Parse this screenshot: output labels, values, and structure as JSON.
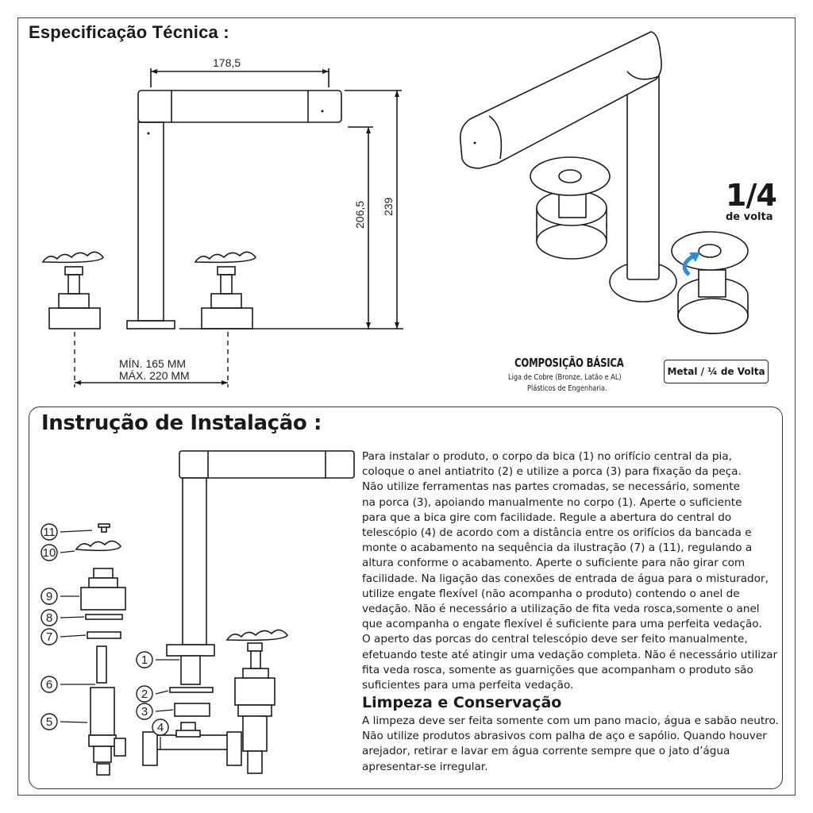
{
  "spec": {
    "title": "Especificação Técnica :",
    "dim_width": "178,5",
    "dim_inner_height": "206,5",
    "dim_total_height": "239",
    "dim_min": "MÍN. 165 MM",
    "dim_max": "MÁX. 220 MM"
  },
  "rotation": {
    "fraction": "1/4",
    "label": "de volta"
  },
  "composition": {
    "title": "COMPOSIÇÃO BÁSICA",
    "lines": [
      "Liga de Cobre (Bronze, Latão e AL)",
      "Plásticos de Engenharia."
    ],
    "badge": "Metal / ¼ de Volta"
  },
  "installation": {
    "title": "Instrução de Instalação :",
    "part_numbers": [
      "1",
      "2",
      "3",
      "4",
      "5",
      "6",
      "7",
      "8",
      "9",
      "10",
      "11"
    ],
    "lines": [
      "Para instalar o produto, o corpo da bica (1) no orifício central da pia,",
      "coloque o anel antiatrito (2) e utilize a porca (3) para fixação da peça.",
      "Não utilize ferramentas nas partes cromadas, se necessário, somente",
      "na porca (3), apoiando manualmente no corpo (1). Aperte o suficiente",
      "para que a bica gire com facilidade. Regule a abertura do central do",
      "telescópio (4) de acordo com a distância entre os orifícios da bancada e",
      "monte o acabamento na sequência da ilustração (7) a (11), regulando a",
      "altura conforme o acabamento. Aperte o suficiente para não girar com",
      "facilidade. Na ligação das conexões de entrada de água para o misturador,",
      "utilize engate flexível (não acompanha o produto) contendo o anel de",
      "vedação. Não é necessário a utilização de fita veda rosca,somente o anel",
      "que acompanha o engate flexível é suficiente para uma perfeita vedação.",
      "O aperto das porcas do central telescópio deve ser feito manualmente,",
      "efetuando teste até atingir uma vedação completa. Não é necessário utilizar",
      "fita veda rosca, somente as guarnições que acompanham o produto são",
      "suficientes para uma perfeita vedação."
    ]
  },
  "cleaning": {
    "title": "Limpeza e Conservação",
    "lines": [
      "A limpeza deve ser feita somente com um pano macio, água e sabão neutro.",
      "Não utilize produtos abrasivos com palha de aço e sapólio. Quando houver",
      "arejador, retirar e lavar em água corrente sempre que o jato d’água",
      "apresentar-se irregular."
    ]
  },
  "colors": {
    "line": "#1a1a1a",
    "accent_arrow": "#2a8fd6"
  }
}
